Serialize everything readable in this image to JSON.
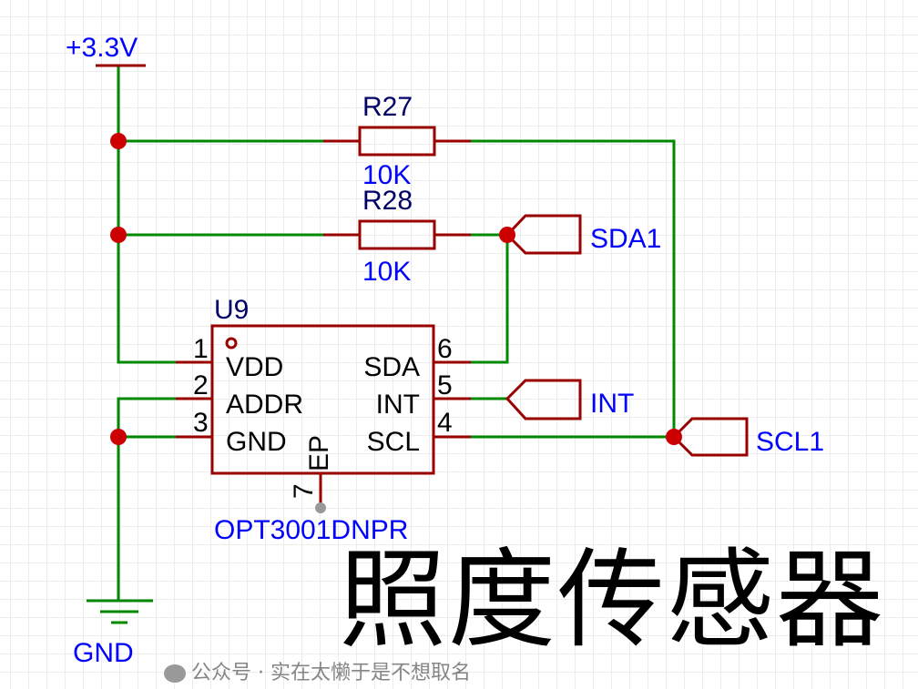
{
  "power": {
    "vcc_label": "+3.3V",
    "gnd_label": "GND"
  },
  "resistors": [
    {
      "ref": "R27",
      "value": "10K"
    },
    {
      "ref": "R28",
      "value": "10K"
    }
  ],
  "ic": {
    "ref": "U9",
    "part": "OPT3001DNPR",
    "pins": [
      {
        "num": "1",
        "name": "VDD"
      },
      {
        "num": "2",
        "name": "ADDR"
      },
      {
        "num": "3",
        "name": "GND"
      },
      {
        "num": "4",
        "name": "SCL"
      },
      {
        "num": "5",
        "name": "INT"
      },
      {
        "num": "6",
        "name": "SDA"
      },
      {
        "num": "7",
        "name": "EP"
      }
    ]
  },
  "net_flags": [
    "SDA1",
    "INT",
    "SCL1"
  ],
  "title": "照度传感器",
  "watermark": "公众号 · 实在太懒于是不想取名",
  "colors": {
    "wire": "#008800",
    "component": "#990000",
    "label": "#0000ff",
    "junction": "#cc0000"
  }
}
